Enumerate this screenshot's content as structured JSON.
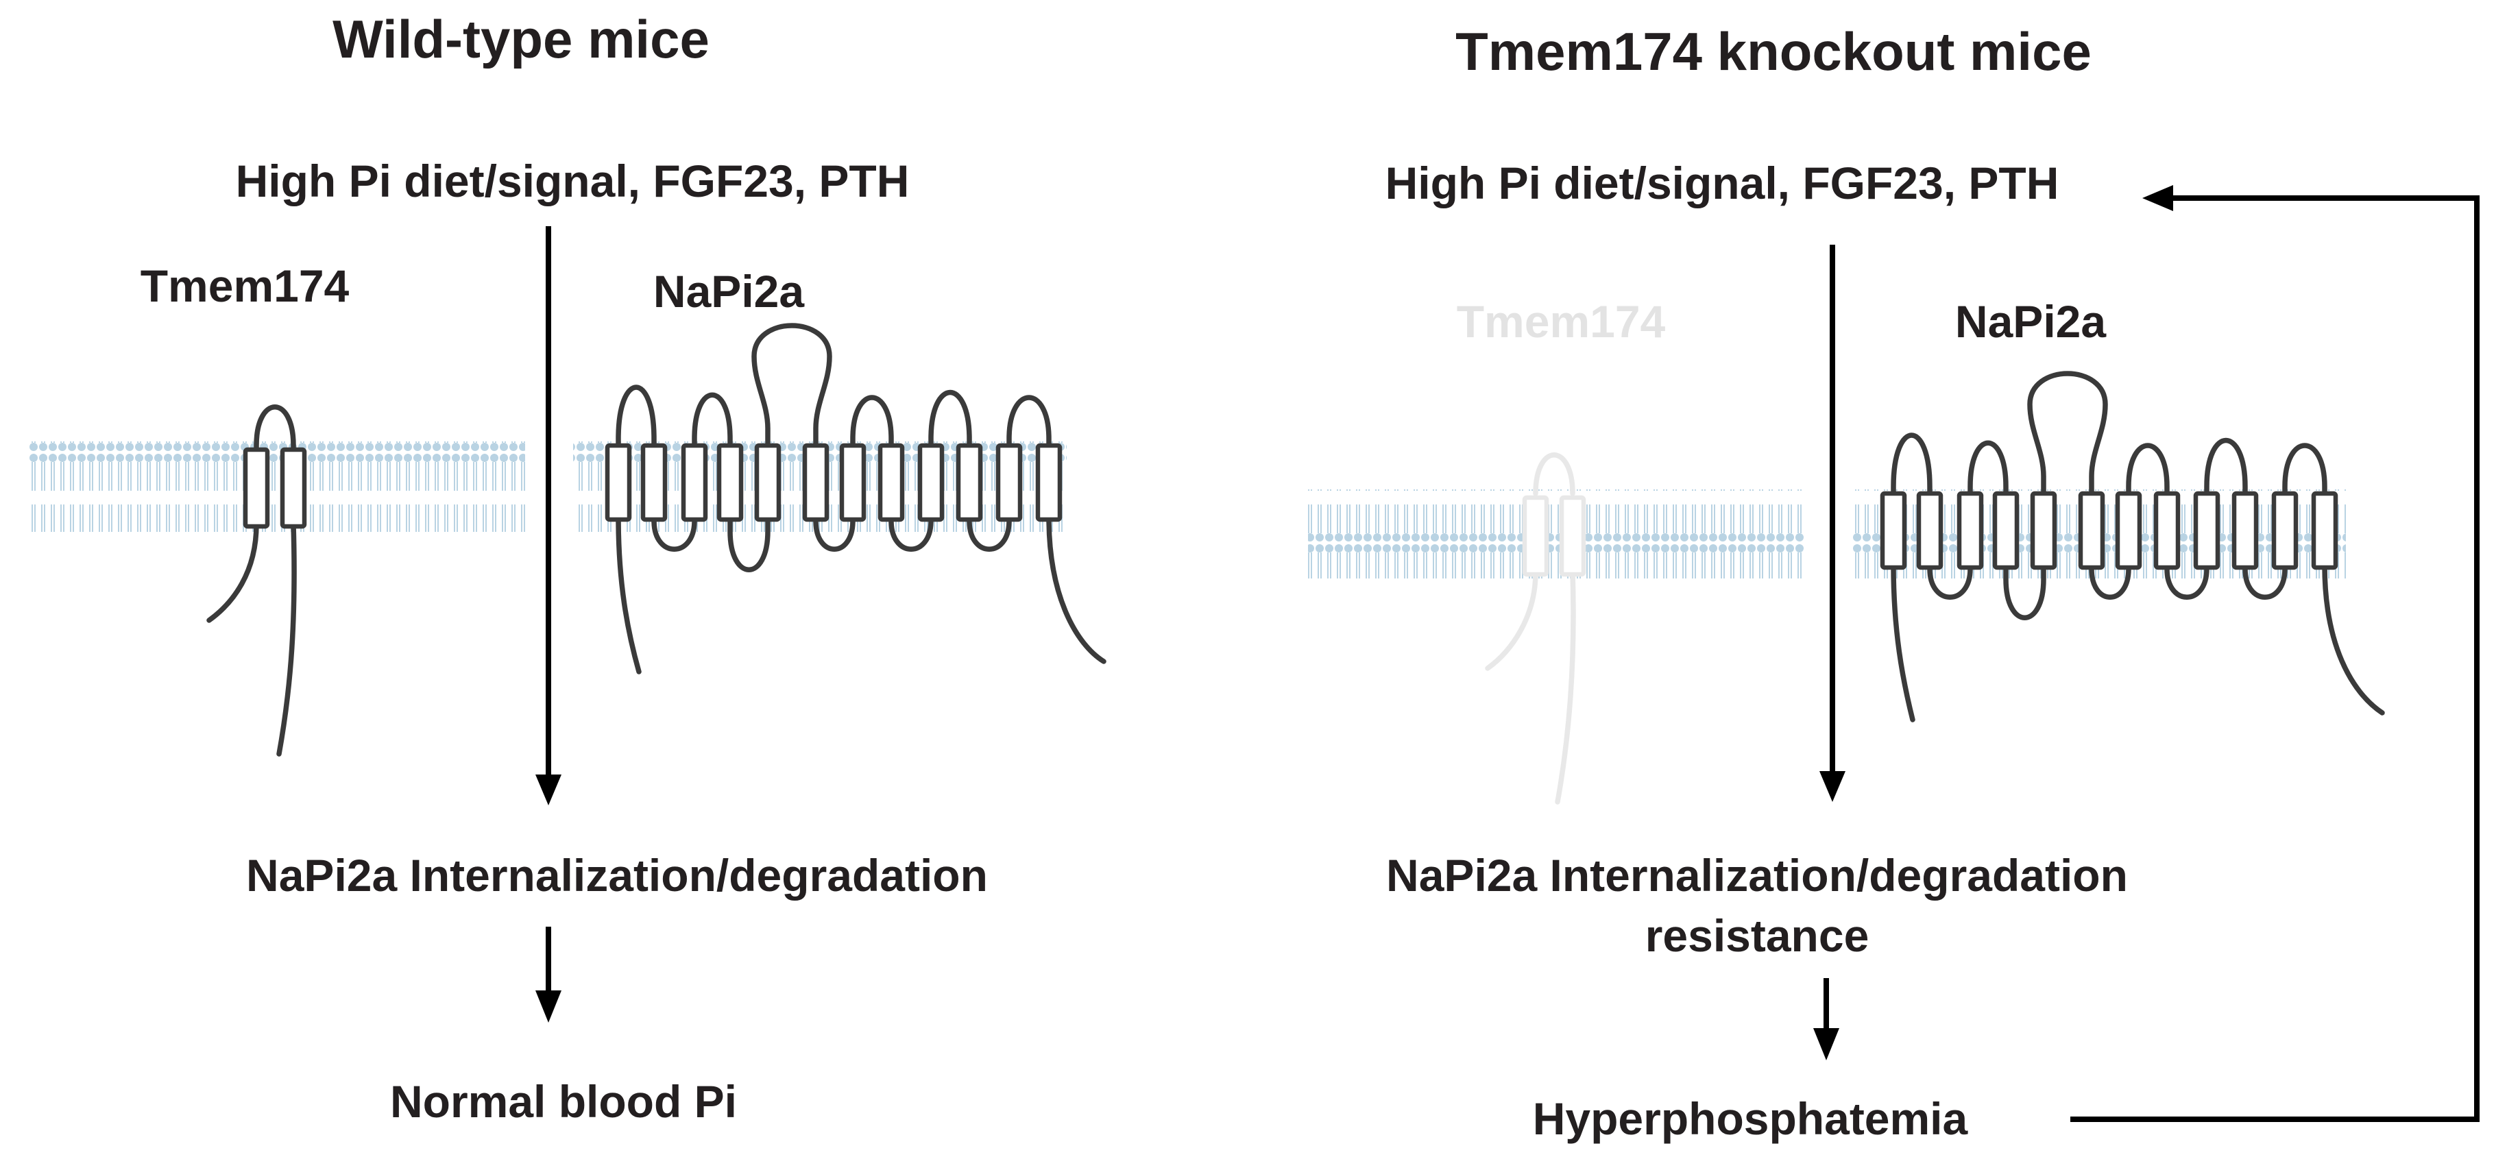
{
  "panels": {
    "wild_type": {
      "title": "Wild-type mice",
      "signal": "High Pi diet/signal, FGF23, PTH",
      "protein_left": "Tmem174",
      "protein_right": "NaPi2a",
      "outcome": "NaPi2a Internalization/degradation",
      "result": "Normal blood Pi"
    },
    "knockout": {
      "title": "Tmem174 knockout mice",
      "signal": "High Pi diet/signal, FGF23, PTH",
      "protein_left": "Tmem174",
      "protein_right": "NaPi2a",
      "outcome_line1": "NaPi2a Internalization/degradation",
      "outcome_line2": "resistance",
      "result": "Hyperphosphatemia"
    }
  },
  "colors": {
    "membrane": "#b9d3e3",
    "protein": "#3a3a3a",
    "knocked_out_protein": "#e8e8e8",
    "arrow": "#000000",
    "text": "#231f20"
  }
}
